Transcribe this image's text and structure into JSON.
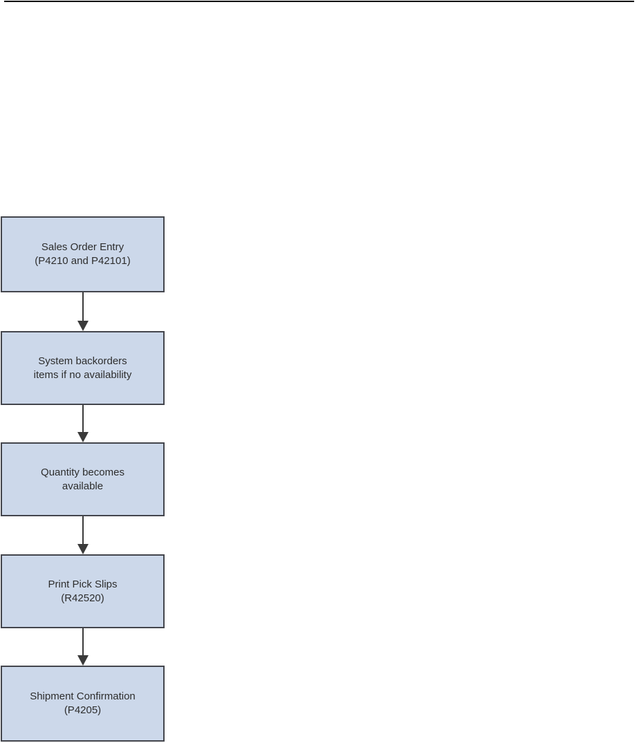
{
  "page": {
    "background_color": "#ffffff",
    "top_rule_color": "#000000"
  },
  "flowchart": {
    "type": "process-flow",
    "direction": "top-down",
    "node_fill_color": "#ccd8ea",
    "node_border_color": "#43454c",
    "node_text_color": "#2d2d2d",
    "arrow_color": "#3a3a3a",
    "nodes": [
      {
        "id": "sales-order-entry",
        "line1": "Sales Order Entry",
        "line2": "(P4210 and P42101)"
      },
      {
        "id": "system-backorders",
        "line1": "System backorders",
        "line2": "items if no availability"
      },
      {
        "id": "quantity-available",
        "line1": "Quantity becomes",
        "line2": "available"
      },
      {
        "id": "print-pick-slips",
        "line1": "Print Pick Slips",
        "line2": "(R42520)"
      },
      {
        "id": "shipment-confirmation",
        "line1": "Shipment Confirmation",
        "line2": "(P4205)"
      }
    ],
    "edges": [
      {
        "from": "sales-order-entry",
        "to": "system-backorders"
      },
      {
        "from": "system-backorders",
        "to": "quantity-available"
      },
      {
        "from": "quantity-available",
        "to": "print-pick-slips"
      },
      {
        "from": "print-pick-slips",
        "to": "shipment-confirmation"
      }
    ]
  }
}
